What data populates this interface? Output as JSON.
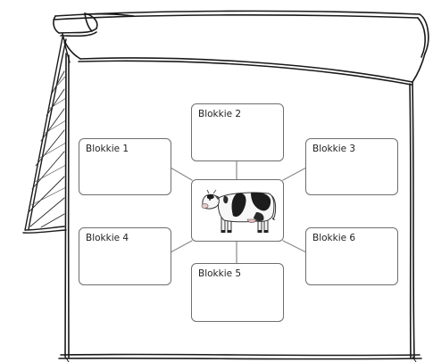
{
  "diagram": {
    "boxes": [
      {
        "id": "blokkie-1",
        "label": "Blokkie 1"
      },
      {
        "id": "blokkie-2",
        "label": "Blokkie 2"
      },
      {
        "id": "blokkie-3",
        "label": "Blokkie 3"
      },
      {
        "id": "blokkie-4",
        "label": "Blokkie 4"
      },
      {
        "id": "blokkie-5",
        "label": "Blokkie 5"
      },
      {
        "id": "blokkie-6",
        "label": "Blokkie 6"
      }
    ],
    "center_image": "cow-illustration",
    "ink_color": "#1a1a1a",
    "line_color": "#8a8a8a"
  }
}
